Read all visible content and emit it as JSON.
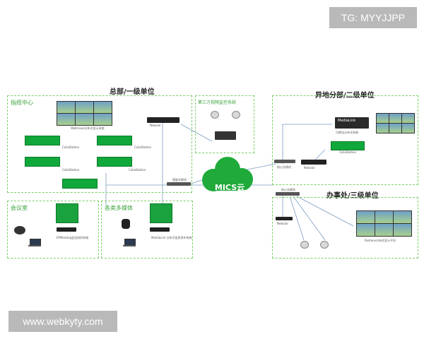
{
  "watermark": {
    "tg": "TG: MYYJJPP",
    "site": "www.webkyty.com"
  },
  "headers": {
    "hq": "总部/一级单位",
    "branch": "异地分部/二级单位",
    "office": "办事处/三级单位"
  },
  "zones": {
    "command": "指挥中心",
    "third_party": "第三方视频监控系统",
    "meeting": "会议室",
    "multimedia": "各类多媒体"
  },
  "cloud_label": "MICS云",
  "small_labels": {
    "nebular_1": "Nebular",
    "nebular_2": "Nebular",
    "nebular_3": "Nebular",
    "medialink": "MediaLink",
    "medialink_sub": "可视化分布式系统",
    "collab_1": "CollaStation",
    "collab_2": "CollaStation",
    "collab_3": "CollaStation",
    "collab_4": "CollaStation",
    "collab_branch": "CollaStation",
    "wall_main": "Wallmaxx分布式显示系统",
    "meeting_sys": "EPMeeting会议协同系统",
    "mm_sys": "MediaLink 分布式信息发布系统",
    "office_sys": "Rostone分布式显示平台",
    "switch": "智能交换机",
    "switch_2": "核心交换机",
    "switch_3": "核心交换机"
  },
  "colors": {
    "accent_green": "#3aa23a",
    "zone_border": "#7ccf6a",
    "cloud": "#1faa3a",
    "line": "#7a9cc2"
  }
}
